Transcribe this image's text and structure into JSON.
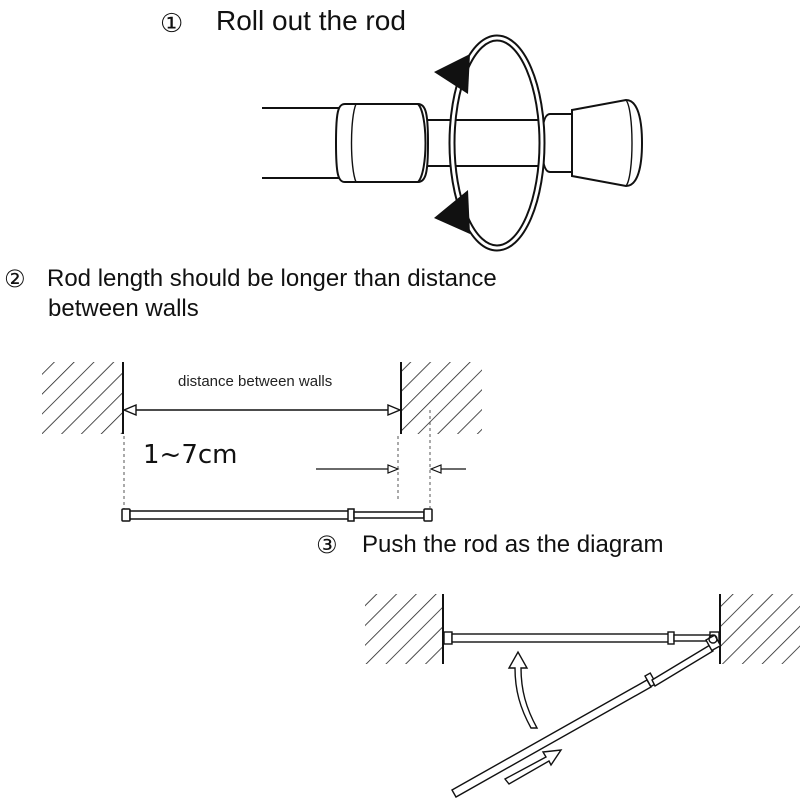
{
  "steps": [
    {
      "number": "①",
      "text": "Roll out the rod"
    },
    {
      "number": "②",
      "text_line1": "Rod length should be longer than distance",
      "text_line2": "between walls"
    },
    {
      "number": "③",
      "text": "Push the rod as the diagram"
    }
  ],
  "labels": {
    "distance_between_walls": "distance between walls",
    "extra_length": "1~7cm"
  }
}
